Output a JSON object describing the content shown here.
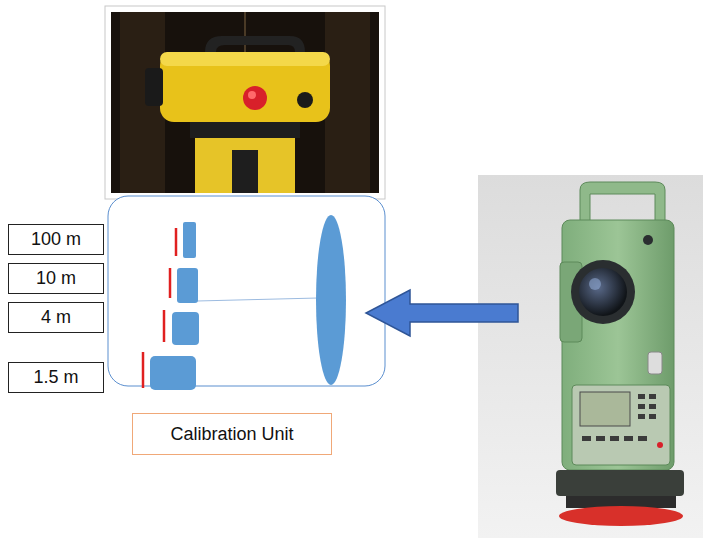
{
  "diagram": {
    "nodes": [
      {
        "text": [
          "100 m"
        ]
      },
      {
        "text": [
          "10 m"
        ]
      },
      {
        "text": [
          "4 m"
        ]
      },
      {
        "text": [
          "1.5 m"
        ]
      },
      {
        "text": [
          "Calibration Unit"
        ]
      }
    ]
  }
}
